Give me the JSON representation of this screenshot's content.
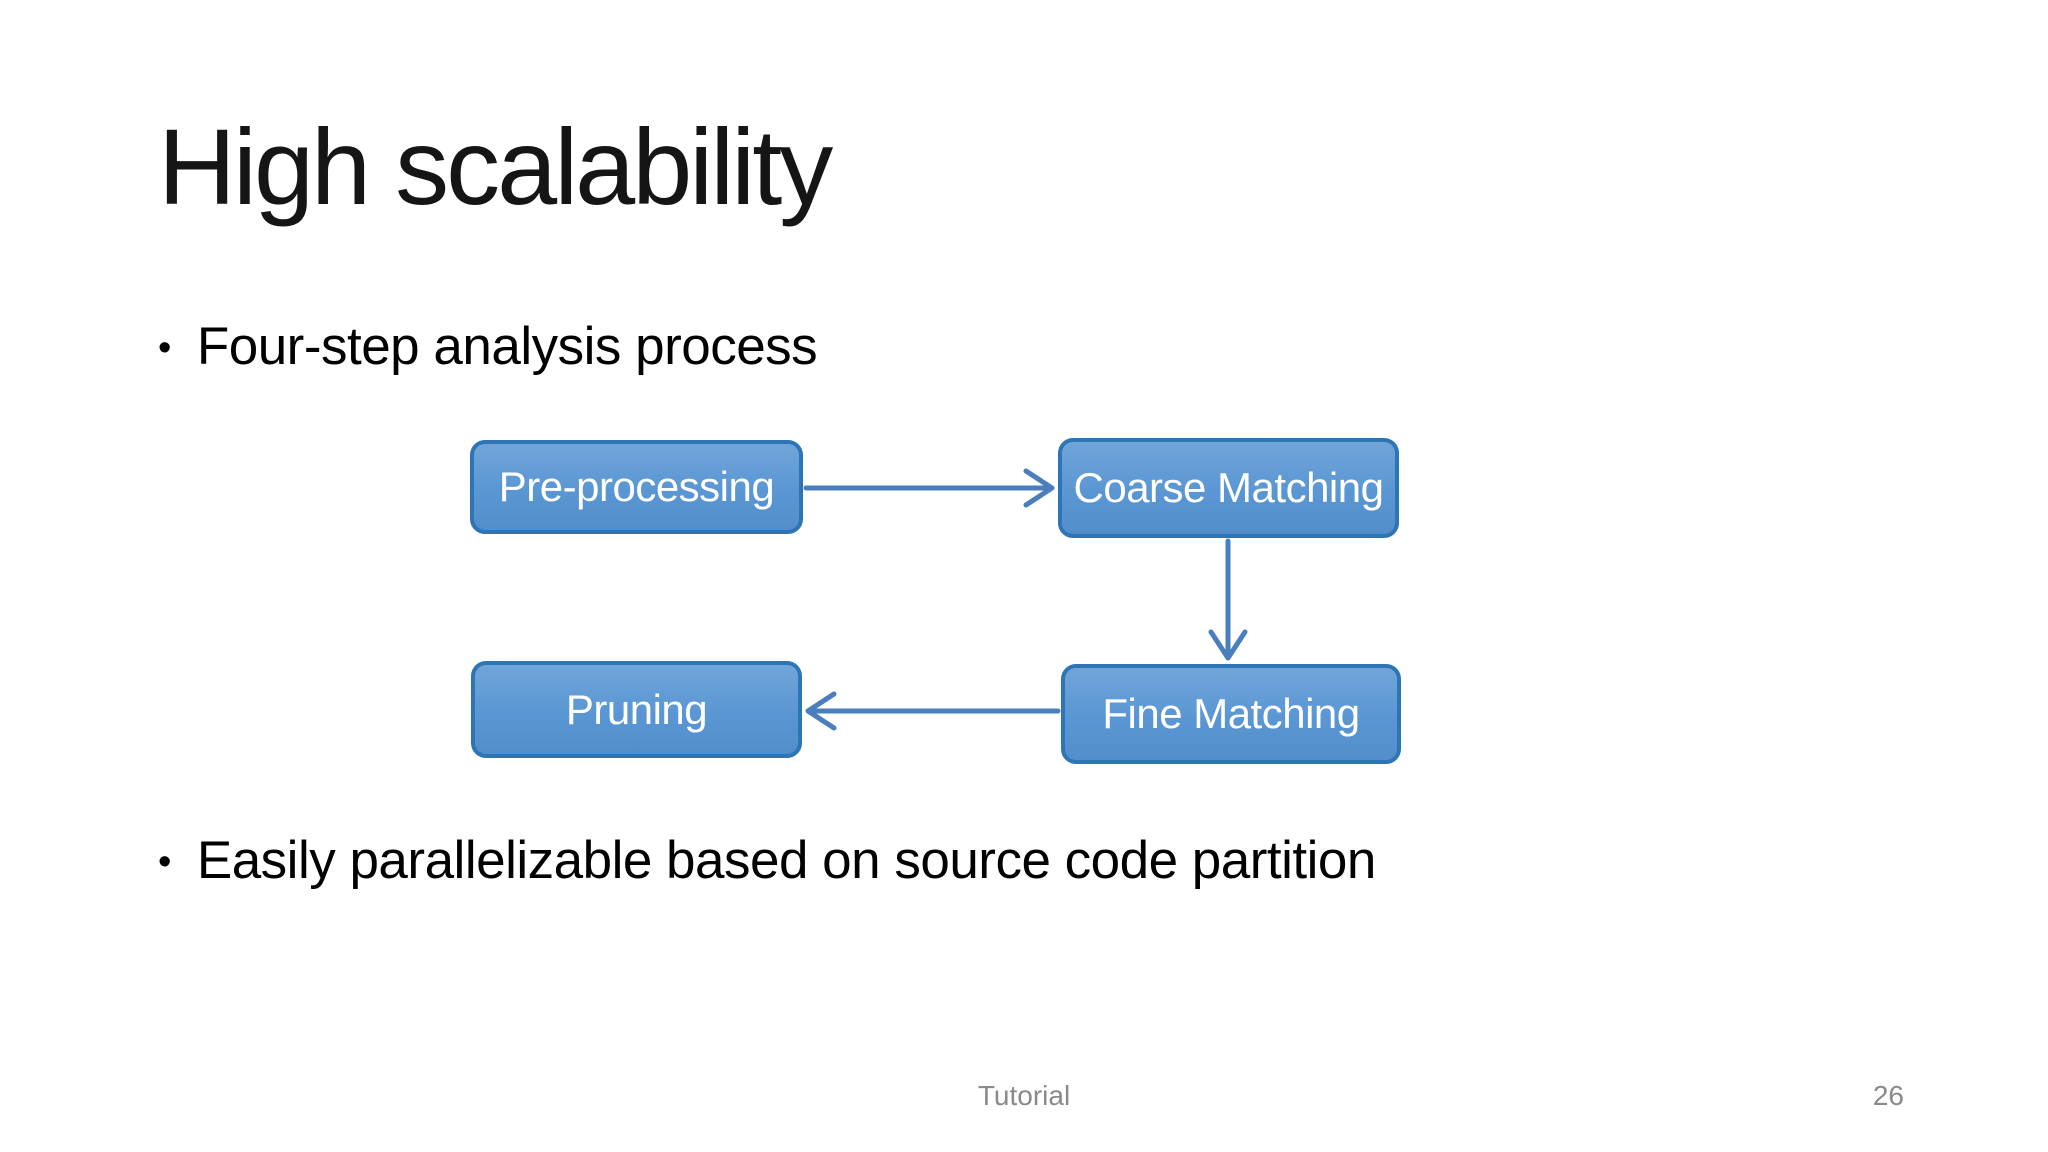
{
  "slide": {
    "title": "High scalability",
    "bullets": {
      "0": "Four-step analysis process",
      "1": "Easily parallelizable based on source code partition"
    },
    "bullet_marker": "•",
    "diagram": {
      "nodes": {
        "pre": {
          "label": "Pre-processing"
        },
        "coarse": {
          "label": "Coarse Matching"
        },
        "fine": {
          "label": "Fine Matching"
        },
        "pruning": {
          "label": "Pruning"
        }
      },
      "edges": [
        {
          "from": "Pre-processing",
          "to": "Coarse Matching",
          "direction": "right"
        },
        {
          "from": "Coarse Matching",
          "to": "Fine Matching",
          "direction": "down"
        },
        {
          "from": "Fine Matching",
          "to": "Pruning",
          "direction": "left"
        }
      ]
    },
    "footer": {
      "label": "Tutorial",
      "page_number": "26"
    },
    "colors": {
      "node_fill": "#5694D2",
      "node_border": "#2E75B6",
      "arrow": "#4A7EBD",
      "footer_text": "#8A8A8A"
    }
  }
}
